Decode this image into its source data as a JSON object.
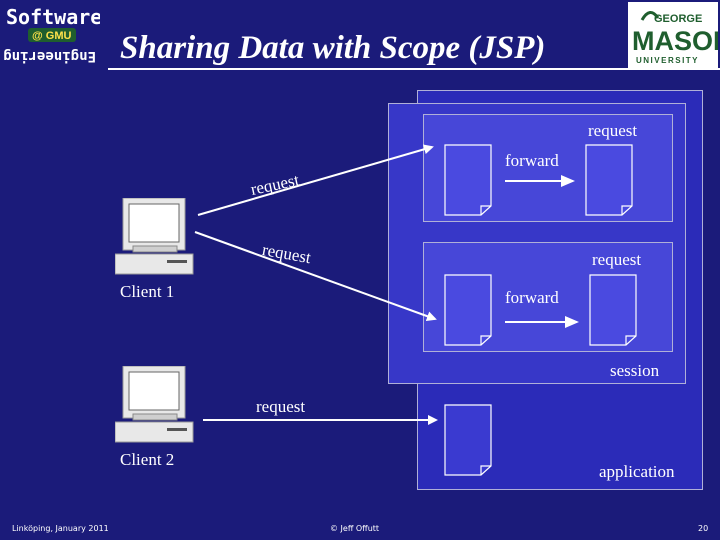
{
  "header": {
    "title": "Sharing Data with Scope (JSP)",
    "logo_left_lines": [
      "Software",
      "Engineering"
    ],
    "logo_left_badge": "@ GMU",
    "logo_right_top": "GEORGE",
    "logo_right_main": "MASON",
    "logo_right_sub": "UNIVERSITY"
  },
  "scopes": {
    "application": "application",
    "session": "session",
    "request_top": "request",
    "request_mid": "request"
  },
  "pages": {
    "page_top": "page",
    "page_mid": "page",
    "page_bottom": "page",
    "forward_top": "forward",
    "forward_mid": "forward"
  },
  "clients": {
    "client1": "Client 1",
    "client2": "Client 2"
  },
  "arrows": {
    "req_up": "request",
    "req_down": "request",
    "req_bottom": "request"
  },
  "footer": {
    "left": "Linköping, January 2011",
    "center": "© Jeff Offutt",
    "right": "20"
  },
  "colors": {
    "background": "#1b1b7a",
    "application_box": "#2b2bb8",
    "session_box": "#3737c8",
    "request_box": "#4747d8",
    "mason_green": "#1f5e2e",
    "mason_gold": "#d4a017"
  }
}
